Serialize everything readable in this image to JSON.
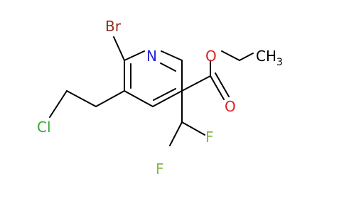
{
  "molecule": {
    "atoms": {
      "br": "Br",
      "n": "N",
      "cl": "Cl",
      "o_ester": "O",
      "o_carbonyl": "O",
      "ch3": "CH",
      "ch3_sub": "3",
      "f_upper": "F",
      "f_lower": "F"
    },
    "colors": {
      "bond": "#000000",
      "halogen": "#33aa33",
      "nitrogen": "#2222dd",
      "oxygen": "#dd2222",
      "fluorine": "#88b84a",
      "bromine": "#8b2e1e",
      "carbon_text": "#000000"
    }
  }
}
